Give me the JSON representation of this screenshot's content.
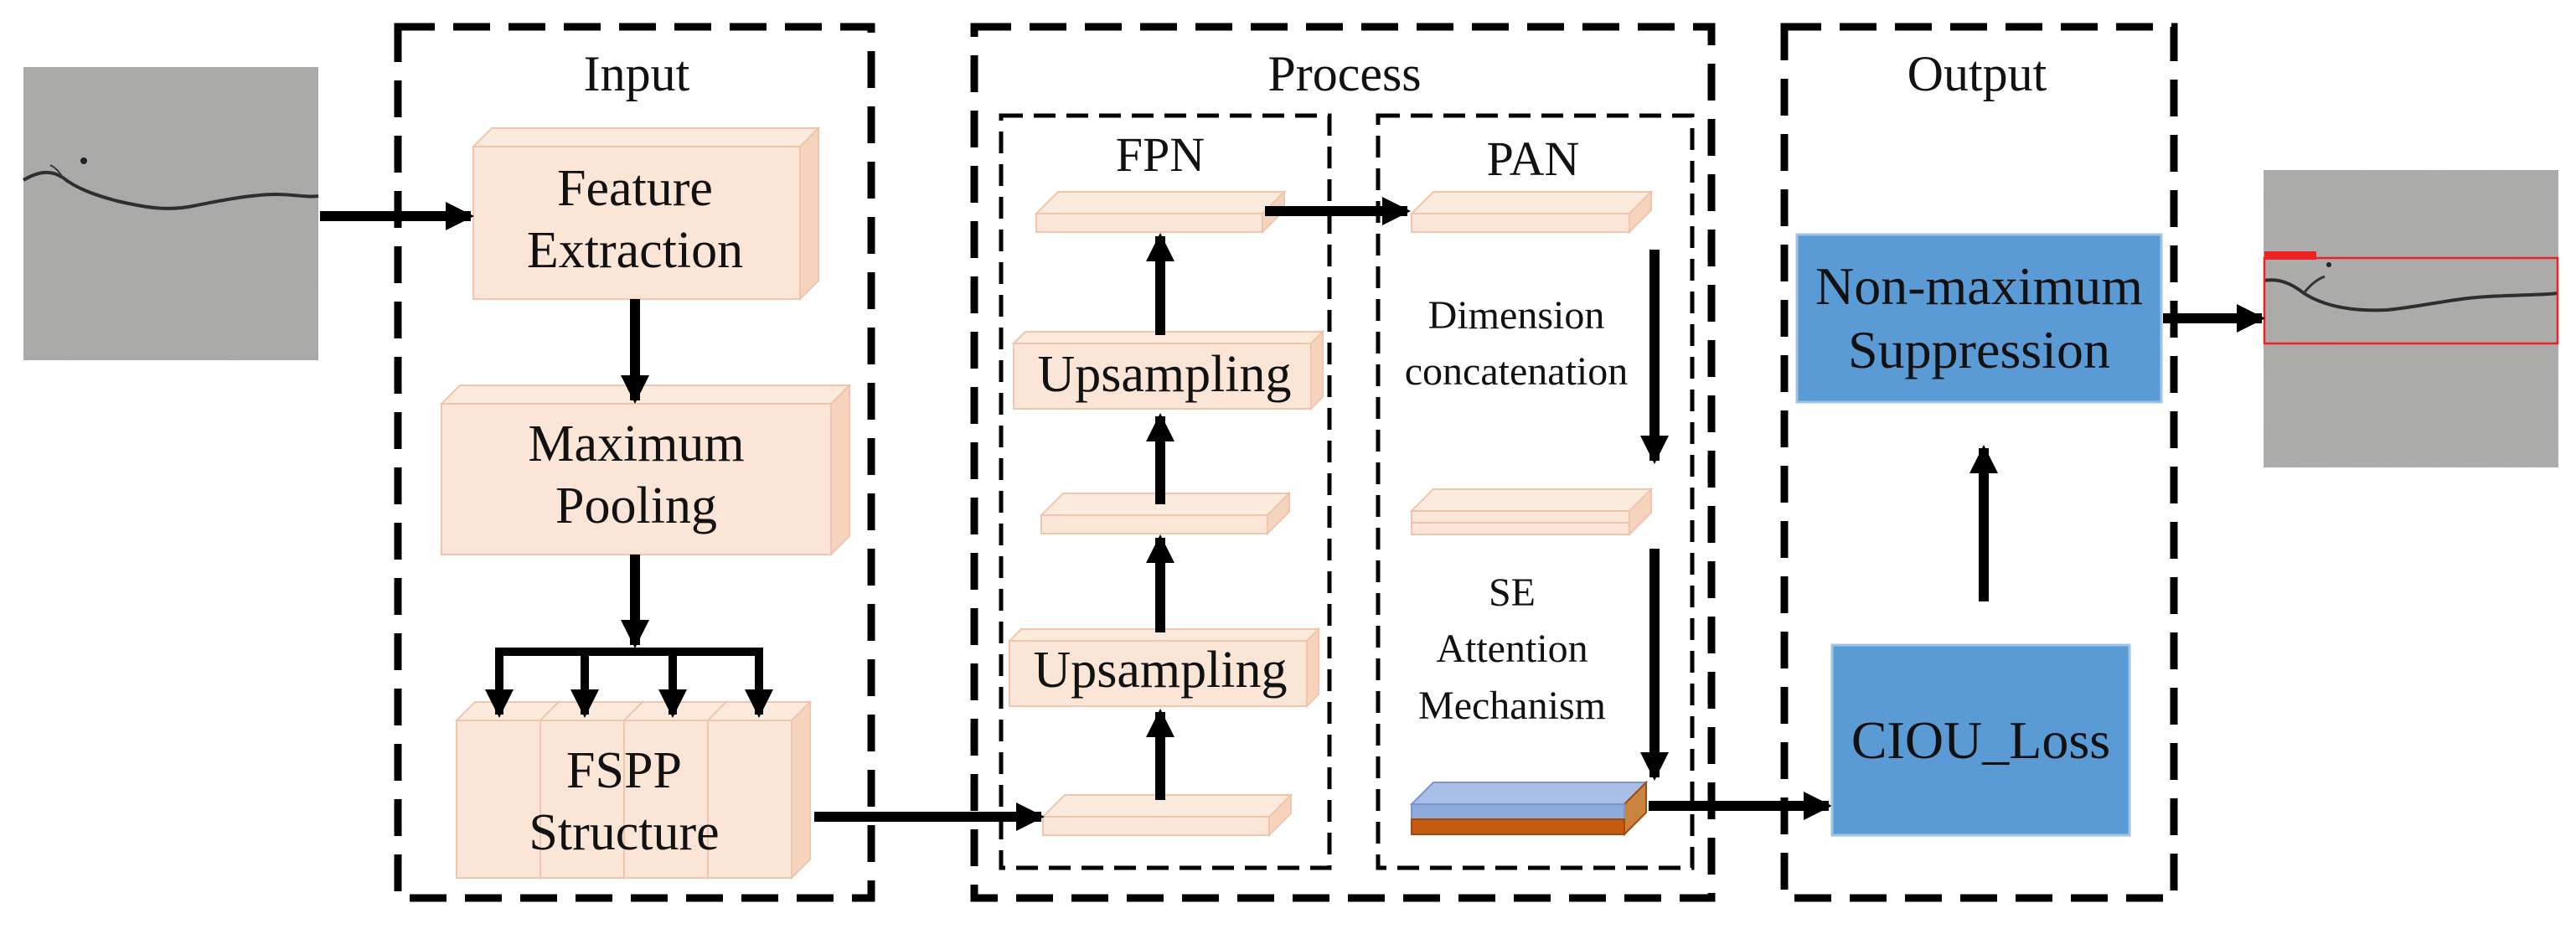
{
  "colors": {
    "box_fill": "#fbe5d6",
    "box_side": "#f6d3bd",
    "box_edge": "#efc6ad",
    "blue_box": "#5b9bd5",
    "layer_blue": "#8faadc",
    "layer_orange": "#c55a11",
    "arrow": "#000000",
    "dash": "#000000"
  },
  "sections": {
    "input": "Input",
    "process": "Process",
    "output": "Output"
  },
  "subsections": {
    "fpn": "FPN",
    "pan": "PAN"
  },
  "input_blocks": {
    "feature_extraction": [
      "Feature",
      "Extraction"
    ],
    "maximum_pooling": [
      "Maximum",
      "Pooling"
    ],
    "fspp": [
      "FSPP",
      "Structure"
    ]
  },
  "fpn_blocks": {
    "upsampling_top": "Upsampling",
    "upsampling_bottom": "Upsampling"
  },
  "pan_labels": {
    "dimension": [
      "Dimension",
      "concatenation"
    ],
    "se": [
      "SE",
      "Attention",
      "Mechanism"
    ]
  },
  "output_blocks": {
    "nms": [
      "Non-maximum",
      "Suppression"
    ],
    "ciou": "CIOU_Loss"
  },
  "icons": {
    "input_image": "concrete-crack-image",
    "output_image": "detected-crack-image"
  }
}
